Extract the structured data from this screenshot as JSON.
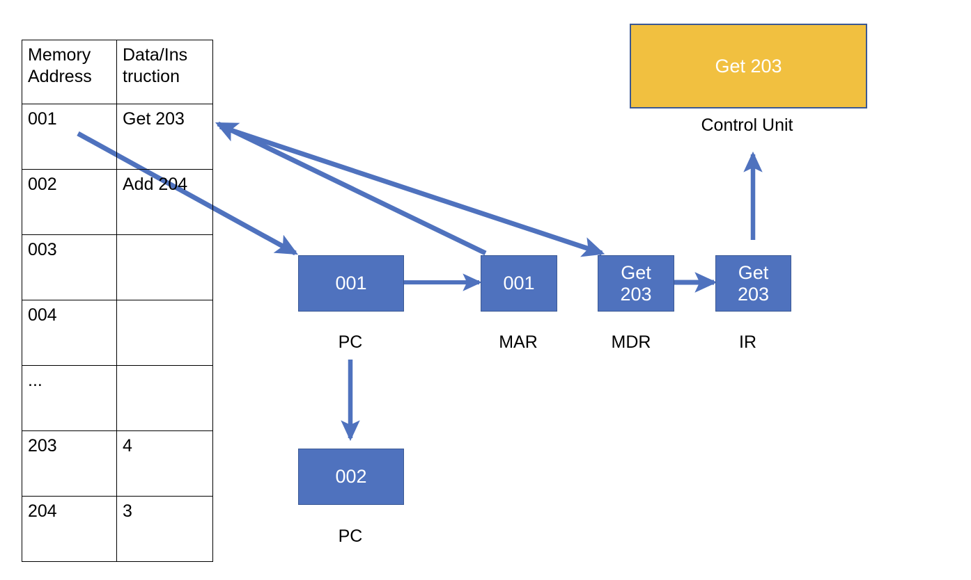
{
  "diagram": {
    "title": "Fetch-Execute Cycle Memory and Register Diagram",
    "accent_blue": "#4F72BE",
    "accent_blue_border": "#3A5894",
    "accent_yellow": "#F1C040",
    "line_color": "#4F72BE",
    "table_border": "#000000"
  },
  "memory_table": {
    "headers": [
      "Memory Address",
      "Data/Ins truction"
    ],
    "header_address": "Memory\nAddress",
    "header_data": "Data/Ins\ntruction",
    "rows": [
      {
        "address": "001",
        "data": "Get 203"
      },
      {
        "address": "002",
        "data": "Add 204"
      },
      {
        "address": "003",
        "data": ""
      },
      {
        "address": "004",
        "data": ""
      },
      {
        "address": "...",
        "data": ""
      },
      {
        "address": "203",
        "data": "4"
      },
      {
        "address": "204",
        "data": "3"
      }
    ]
  },
  "registers": [
    {
      "id": "pc-top",
      "value": "001",
      "label": "PC"
    },
    {
      "id": "mar",
      "value": "001",
      "label": "MAR"
    },
    {
      "id": "mdr",
      "value": "Get\n203",
      "label": "MDR"
    },
    {
      "id": "ir",
      "value": "Get\n203",
      "label": "IR"
    },
    {
      "id": "pc-bottom",
      "value": "002",
      "label": "PC"
    }
  ],
  "control_unit": {
    "value": "Get 203",
    "label": "Control Unit"
  },
  "arrows": [
    {
      "name": "memory-to-pc",
      "from": "memory row 001",
      "to": "PC register"
    },
    {
      "name": "pc-to-mar",
      "from": "PC register",
      "to": "MAR register"
    },
    {
      "name": "mar-to-memory",
      "from": "MAR register",
      "to": "memory table"
    },
    {
      "name": "memory-to-mdr",
      "from": "memory table",
      "to": "MDR register"
    },
    {
      "name": "mdr-to-ir",
      "from": "MDR register",
      "to": "IR register"
    },
    {
      "name": "ir-to-control-unit",
      "from": "IR register",
      "to": "Control Unit"
    },
    {
      "name": "pc-increment",
      "from": "PC register",
      "to": "PC register incremented"
    }
  ]
}
